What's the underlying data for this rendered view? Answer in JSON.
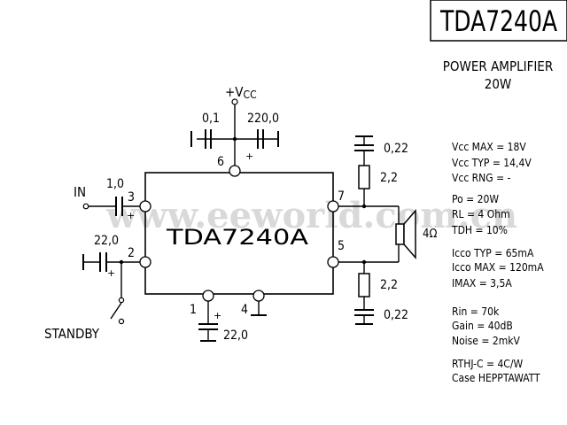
{
  "header": {
    "part_number": "TDA7240A"
  },
  "subtitle": {
    "line1": "POWER AMPLIFIER",
    "line2": "20W"
  },
  "watermark": "www.eeworld.com.cn",
  "chip": {
    "label": "TDA7240A"
  },
  "supply": {
    "label": "+V",
    "subscript": "CC"
  },
  "pins": {
    "p1": "1",
    "p2": "2",
    "p3": "3",
    "p4": "4",
    "p5": "5",
    "p6": "6",
    "p7": "7"
  },
  "components": {
    "c_dec_small": "0,1",
    "c_dec_large": "220,0",
    "c_in": "1,0",
    "c_standby": "22,0",
    "c_pin1": "22,0",
    "c_zobel_top": "0,22",
    "r_zobel_top": "2,2",
    "r_zobel_bottom": "2,2",
    "c_zobel_bottom": "0,22",
    "speaker": "4Ω",
    "polarity": "+"
  },
  "labels": {
    "input": "IN",
    "standby": "STANDBY"
  },
  "specs": [
    {
      "name": "Vcc MAX",
      "value": "= 18V"
    },
    {
      "name": "Vcc TYP",
      "value": "= 14,4V"
    },
    {
      "name": "Vcc RNG",
      "value": "= -"
    },
    {
      "name": "Po",
      "value": "= 20W"
    },
    {
      "name": "RL",
      "value": "= 4 Ohm"
    },
    {
      "name": "TDH",
      "value": "= 10%"
    },
    {
      "name": "Icco TYP",
      "value": "= 65mA"
    },
    {
      "name": "Icco MAX",
      "value": "= 120mA"
    },
    {
      "name": "IMAX",
      "value": "=    3,5A"
    },
    {
      "name": "Rin",
      "value": "= 70k"
    },
    {
      "name": "Gain",
      "value": "= 40dB"
    },
    {
      "name": "Noise",
      "value": "= 2mkV"
    },
    {
      "name": "RTHJ-C",
      "value": "= 4C/W"
    },
    {
      "name": "Case",
      "value": "HEPPTAWATT"
    }
  ]
}
